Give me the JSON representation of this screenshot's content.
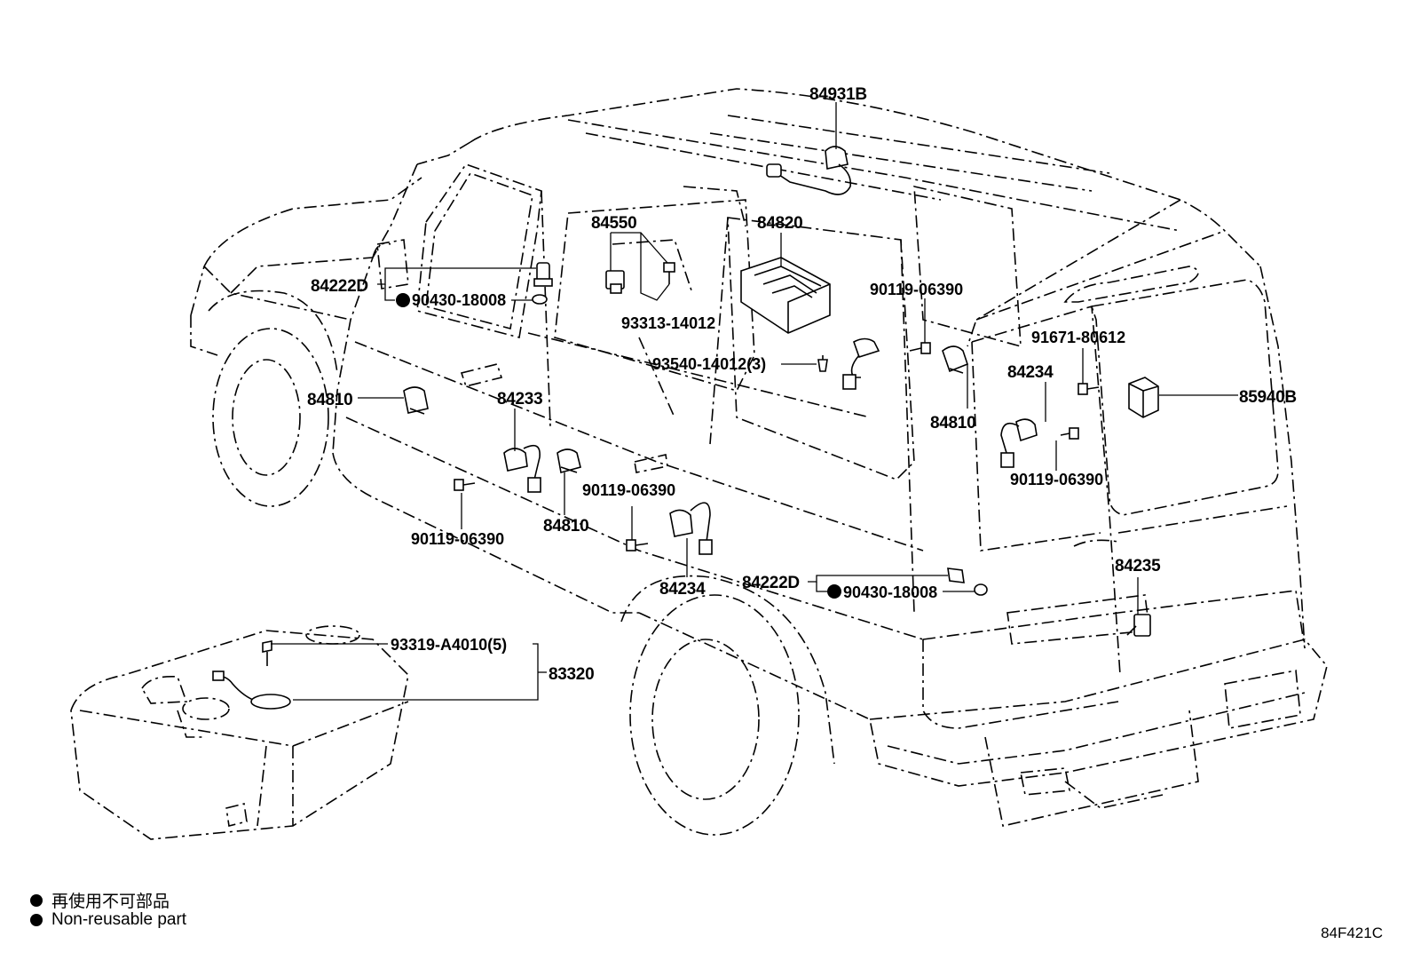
{
  "legend": {
    "jp_text": "再使用不可部品",
    "en_text": "Non-reusable part"
  },
  "figure_code": "84F421C",
  "labels": {
    "p84931B": "84931B",
    "p84550": "84550",
    "p84820": "84820",
    "p84222D_a": "84222D",
    "p90430_a": "90430-18008",
    "p93313": "93313-14012",
    "p90119_a": "90119-06390",
    "p91671": "91671-80612",
    "p93540": "93540-14012(3)",
    "p84234_a": "84234",
    "p85940B": "85940B",
    "p84810_a": "84810",
    "p84233": "84233",
    "p84810_b": "84810",
    "p90119_b": "90119-06390",
    "p90119_c": "90119-06390",
    "p84810_c": "84810",
    "p90119_d": "90119-06390",
    "p84235": "84235",
    "p84234_b": "84234",
    "p84222D_b": "84222D",
    "p90430_b": "90430-18008",
    "p93319": "93319-A4010(5)",
    "p83320": "83320"
  }
}
